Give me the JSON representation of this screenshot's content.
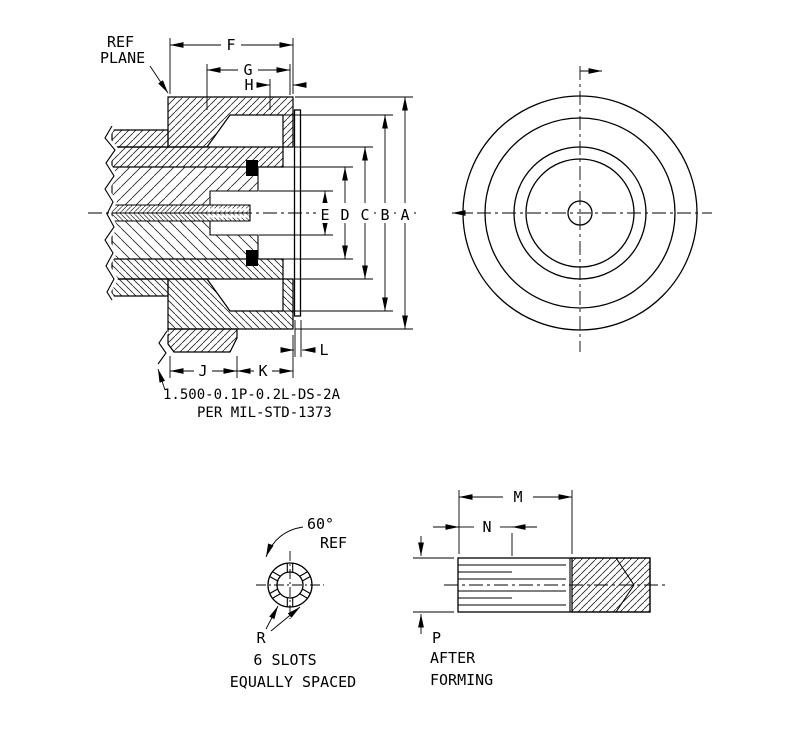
{
  "colors": {
    "background": "#ffffff",
    "line": "#000000"
  },
  "section_view": {
    "ref_plane": {
      "line1": "REF",
      "line2": "PLANE"
    },
    "dim_labels": {
      "f": "F",
      "g": "G",
      "h": "H",
      "e": "E",
      "d": "D",
      "c": "C",
      "b": "B",
      "a": "A",
      "j": "J",
      "k": "K",
      "l": "L"
    },
    "thread_note": {
      "line1": "1.500-0.1P-0.2L-DS-2A",
      "line2": "PER MIL-STD-1373"
    }
  },
  "contact_front_view": {
    "angle": "60°",
    "angle_ref": "REF",
    "radius_label": "R",
    "note_line1": "6 SLOTS",
    "note_line2": "EQUALLY SPACED"
  },
  "contact_side_view": {
    "dim_m": "M",
    "dim_n": "N",
    "dim_p": "P",
    "note_line1": "AFTER",
    "note_line2": "FORMING"
  }
}
